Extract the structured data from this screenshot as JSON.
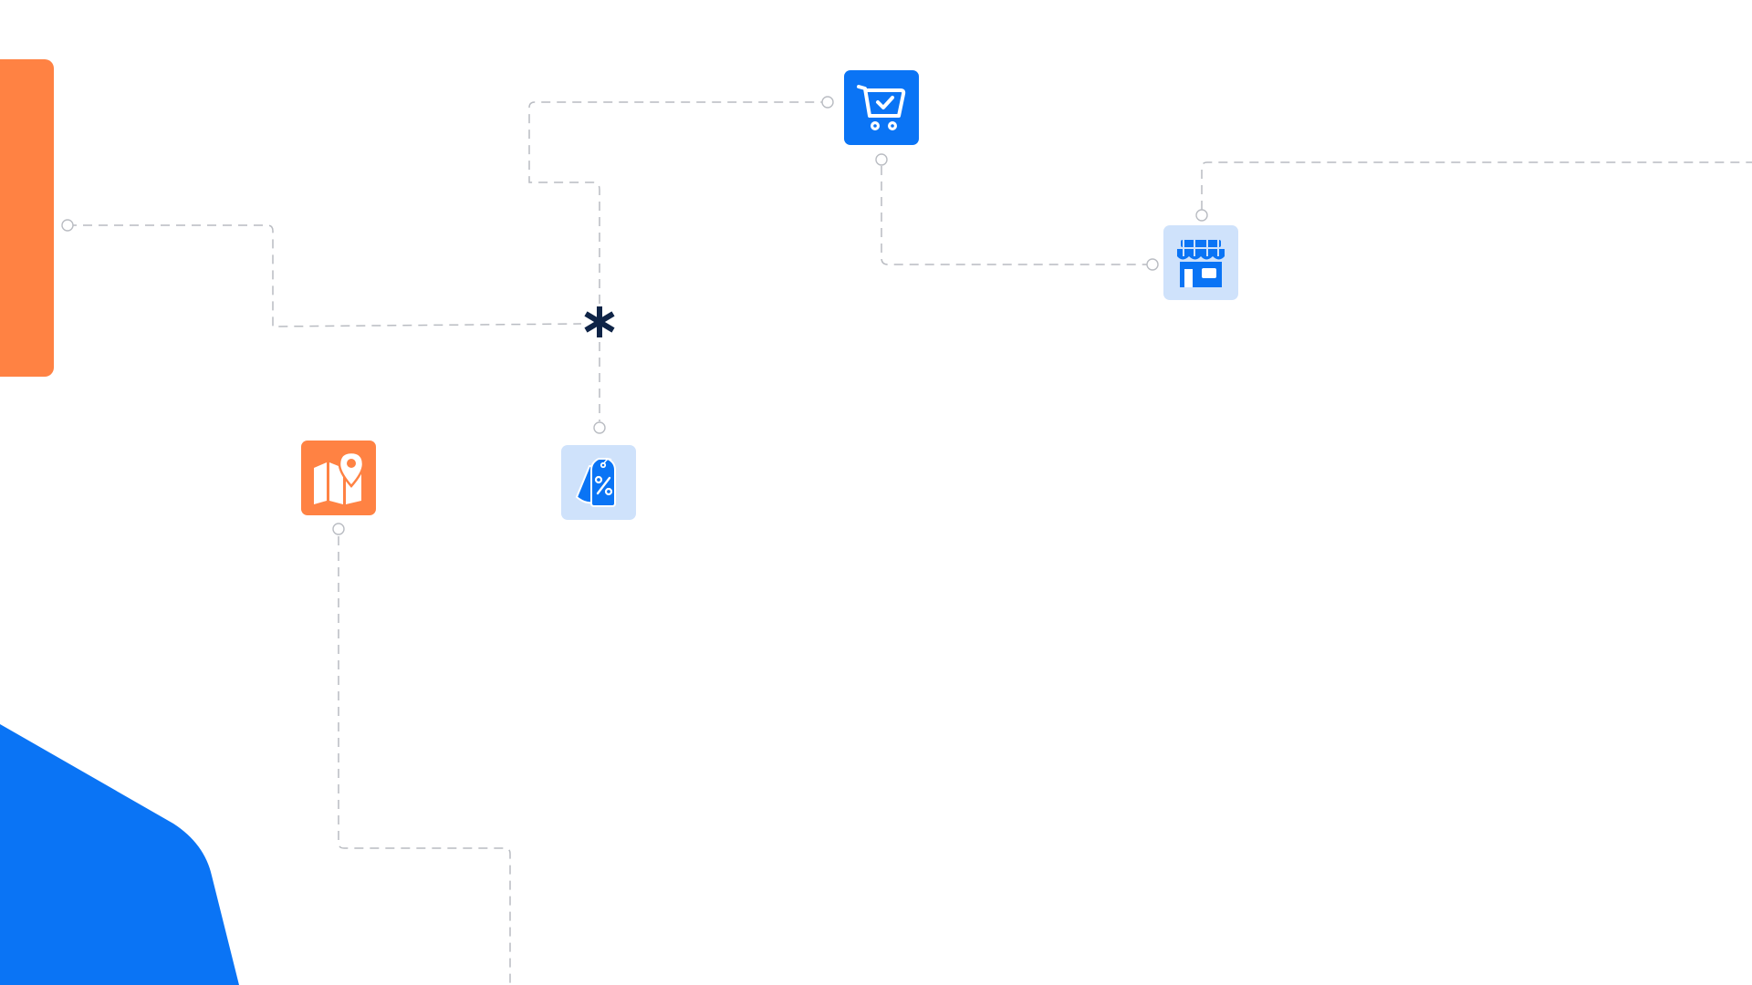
{
  "colors": {
    "primary_blue": "#0a74f5",
    "light_blue_tile": "#cfe2fb",
    "accent_orange": "#ff8243",
    "asterisk_navy": "#0f2447",
    "connector_gray": "#b9bcc2",
    "background": "#ffffff"
  },
  "decorations": {
    "side_bar": "orange-bar",
    "corner_shape": "blue-corner-shape"
  },
  "nodes": [
    {
      "id": "cart",
      "icon": "cart-check-icon",
      "style": "solid-blue"
    },
    {
      "id": "store",
      "icon": "storefront-icon",
      "style": "light-blue"
    },
    {
      "id": "discount",
      "icon": "discount-tags-icon",
      "style": "light-blue"
    },
    {
      "id": "map",
      "icon": "map-pin-icon",
      "style": "solid-orange"
    },
    {
      "id": "hub",
      "icon": "asterisk-icon",
      "style": "navy-glyph"
    }
  ]
}
